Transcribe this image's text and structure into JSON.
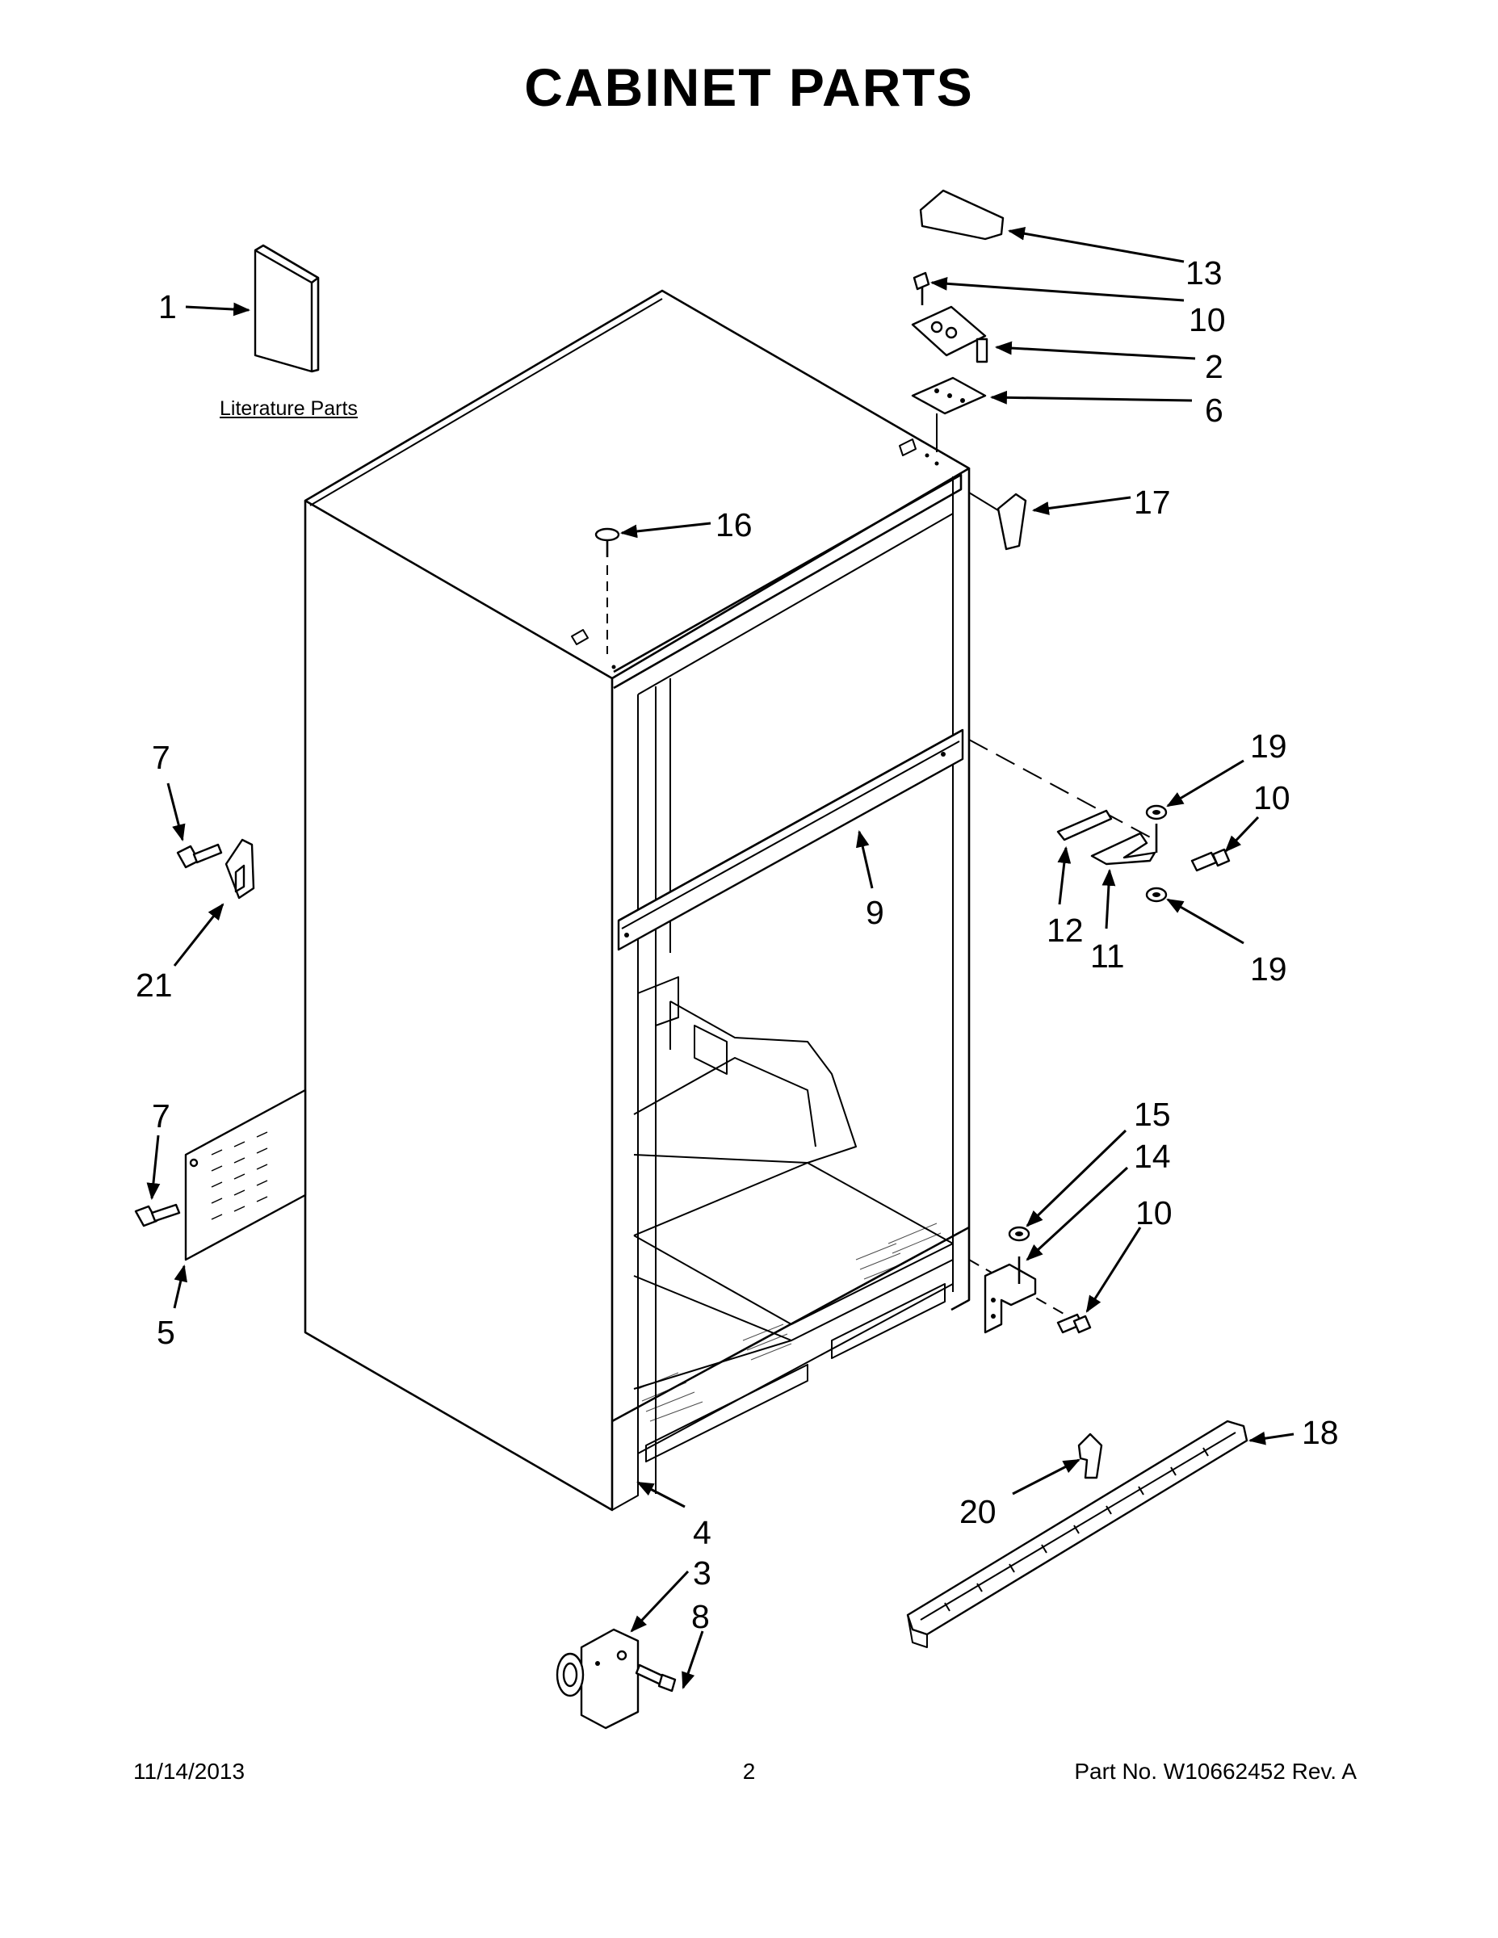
{
  "title": "CABINET PARTS",
  "literature_label": "Literature Parts",
  "footer": {
    "date": "11/14/2013",
    "page": "2",
    "part_no": "Part No.  W10662452  Rev.  A"
  },
  "callouts": {
    "c1": "1",
    "c2": "2",
    "c3": "3",
    "c4": "4",
    "c5": "5",
    "c6": "6",
    "c7a": "7",
    "c7b": "7",
    "c8": "8",
    "c9": "9",
    "c10a": "10",
    "c10b": "10",
    "c10c": "10",
    "c11": "11",
    "c12": "12",
    "c13": "13",
    "c14": "14",
    "c15": "15",
    "c16": "16",
    "c17": "17",
    "c18": "18",
    "c19a": "19",
    "c19b": "19",
    "c20": "20",
    "c21": "21"
  }
}
